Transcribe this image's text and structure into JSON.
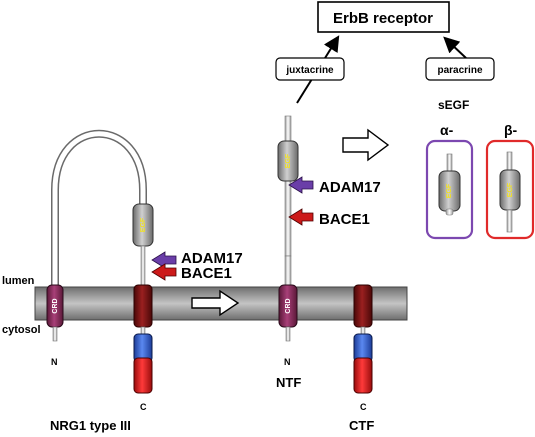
{
  "header": {
    "receptor": "ErbB receptor"
  },
  "modes": {
    "juxtacrine": "juxtacrine",
    "paracrine": "paracrine"
  },
  "membrane": {
    "lumen": "lumen",
    "cytosol": "cytosol"
  },
  "domains": {
    "crd": "CRD",
    "egf": "EGF"
  },
  "termini": {
    "n": "N",
    "c": "C"
  },
  "enzymes": {
    "adam17": "ADAM17",
    "bace1": "BACE1"
  },
  "labels": {
    "nrg1": "NRG1 type III",
    "ntf": "NTF",
    "ctf": "CTF",
    "segf": "sEGF",
    "alpha": "α-",
    "beta": "β-"
  },
  "colors": {
    "membrane": "#a8a8a8",
    "crd": "#8b2c5e",
    "tm": "#7a1010",
    "egf": "#a6a6a6",
    "blue": "#3a68d8",
    "red": "#e01818",
    "adam17_arrow": "#6a3ea8",
    "bace1_arrow": "#cc1a1a",
    "alpha_box": "#7c48b0",
    "beta_box": "#e02a2a"
  }
}
